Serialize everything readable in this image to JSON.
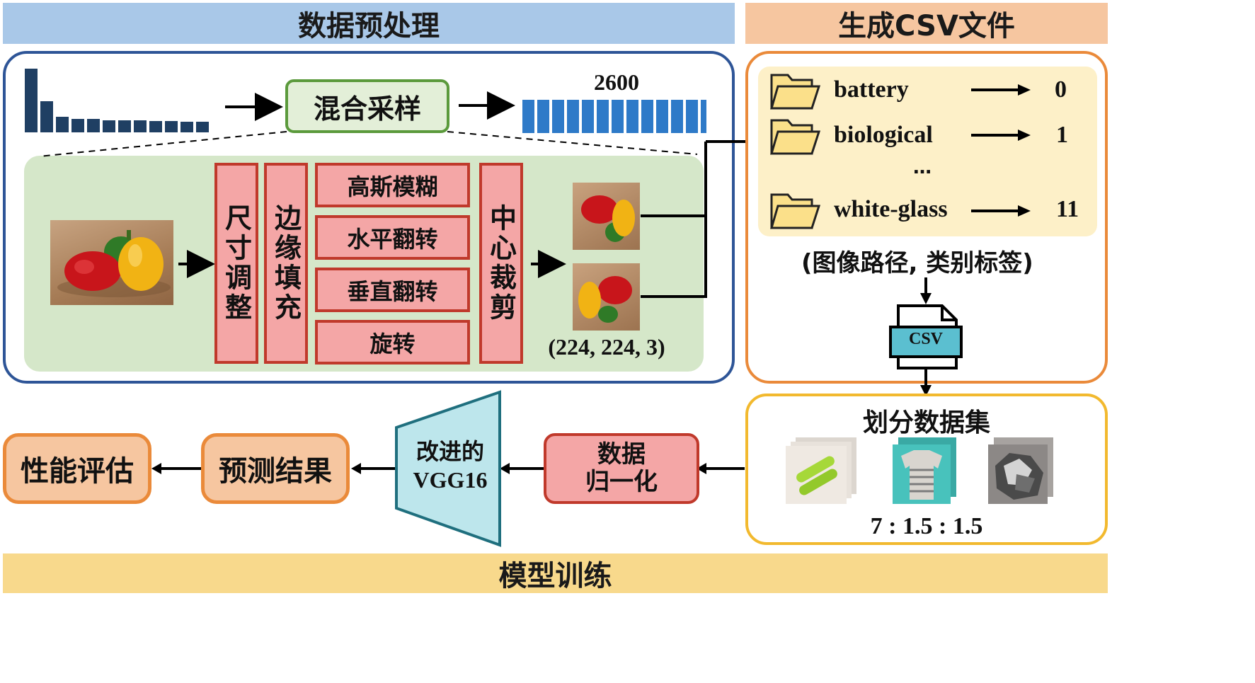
{
  "sections": {
    "preprocess_title": "数据预处理",
    "csv_title": "生成CSV文件",
    "training_title": "模型训练"
  },
  "sampling": {
    "label": "混合采样",
    "count": "2600"
  },
  "augment": {
    "resize": "尺寸调整",
    "padding": "边缘填充",
    "ops": [
      "高斯模糊",
      "水平翻转",
      "垂直翻转",
      "旋转"
    ],
    "crop": "中心裁剪",
    "shape": "(224, 224, 3)"
  },
  "csv": {
    "classes": [
      {
        "name": "battery",
        "label": "0"
      },
      {
        "name": "biological",
        "label": "1"
      },
      {
        "name": "white-glass",
        "label": "11"
      }
    ],
    "ellipsis": "…",
    "pair_caption": "(图像路径, 类别标签)",
    "file_label": "CSV"
  },
  "dataset": {
    "title": "划分数据集",
    "ratio": "7 : 1.5 : 1.5"
  },
  "pipeline": {
    "normalize": [
      "数据",
      "归一化"
    ],
    "model": [
      "改进的",
      "VGG16"
    ],
    "predict": "预测结果",
    "evaluate": "性能评估"
  },
  "colors": {
    "preprocess_band": "#a9c8e8",
    "csv_band": "#f6c6a0",
    "training_band": "#f8d98c",
    "blue_border": "#2e5597",
    "orange_border": "#ea8a3a",
    "yellow_border": "#f2b92e",
    "green_panel": "#d5e7c9",
    "bar_dark": "#1f3f63",
    "bar_blue": "#2e7ac8"
  }
}
